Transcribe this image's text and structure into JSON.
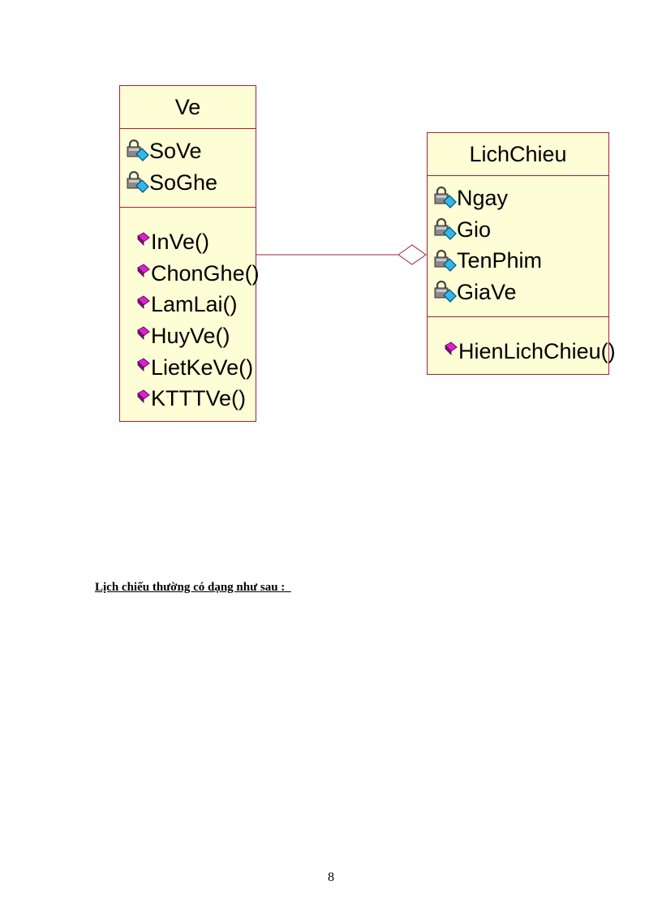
{
  "diagram": {
    "classes": [
      {
        "name": "Ve",
        "attributes": [
          "SoVe",
          "SoGhe"
        ],
        "operations": [
          "InVe()",
          "ChonGhe()",
          "LamLai()",
          "HuyVe()",
          "LietKeVe()",
          "KTTTVe()"
        ]
      },
      {
        "name": "LichChieu",
        "attributes": [
          "Ngay",
          "Gio",
          "TenPhim",
          "GiaVe"
        ],
        "operations": [
          "HienLichChieu()"
        ]
      }
    ],
    "relation": {
      "from": "Ve",
      "to": "LichChieu",
      "type": "aggregation"
    },
    "colors": {
      "class_fill": "#fefed6",
      "border": "#a0203c",
      "method_icon": "#e020d0",
      "attr_icon": "#30b8e8"
    }
  },
  "caption": "Lịch chiếu thường có dạng như sau :  ",
  "page_number": "8"
}
